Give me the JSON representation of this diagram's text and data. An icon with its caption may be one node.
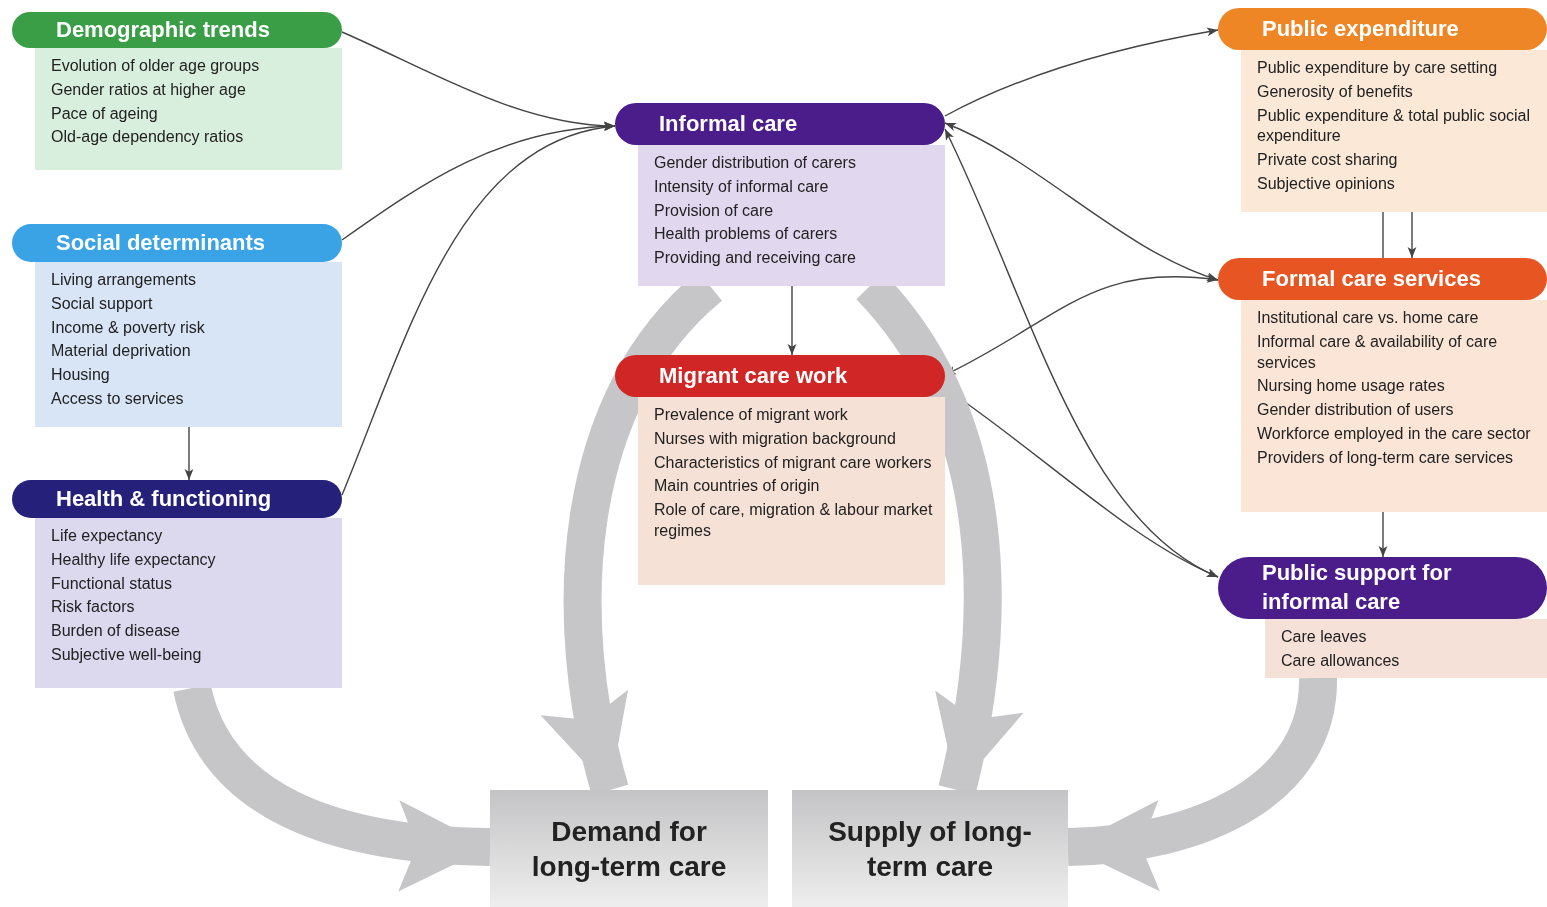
{
  "diagram": {
    "nodes": [
      {
        "text": [
          "Demographic trends",
          "Evolution of older age groups",
          "Gender ratios at higher age",
          "Pace of ageing",
          "Old-age dependency ratios"
        ]
      },
      {
        "text": [
          "Social determinants",
          "Living arrangements",
          "Social support",
          "Income & poverty risk",
          "Material deprivation",
          "Housing",
          "Access to services"
        ]
      },
      {
        "text": [
          "Health & functioning",
          "Life expectancy",
          "Healthy life expectancy",
          "Functional status",
          "Risk factors",
          "Burden of disease",
          "Subjective well-being"
        ]
      },
      {
        "text": [
          "Informal care",
          "Gender distribution of carers",
          "Intensity of informal care",
          "Provision of care",
          "Health problems of carers",
          "Providing and receiving care"
        ]
      },
      {
        "text": [
          "Migrant care work",
          "Prevalence of migrant work",
          "Nurses with migration background",
          "Characteristics of migrant care workers",
          "Main countries of origin",
          "Role of care, migration & labour market regimes"
        ]
      },
      {
        "text": [
          "Public expenditure",
          "Public expenditure by care setting",
          "Generosity of benefits",
          "Public expenditure & total public social expenditure",
          "Private cost sharing",
          "Subjective opinions"
        ]
      },
      {
        "text": [
          "Formal care services",
          "Institutional care vs. home care",
          "Informal care & availability of care services",
          "Nursing home usage rates",
          "Gender distribution of users",
          "Workforce employed in the care sector",
          "Providers of long-term care services"
        ]
      },
      {
        "text": [
          "Public support for informal care",
          "Care leaves",
          "Care allowances"
        ]
      },
      {
        "text": [
          "Demand for long-term care"
        ]
      },
      {
        "text": [
          "Supply of long-term care"
        ]
      }
    ],
    "edges": [
      {
        "from": 0,
        "to": 3,
        "arrow": "to"
      },
      {
        "from": 1,
        "to": 3,
        "arrow": "to"
      },
      {
        "from": 2,
        "to": 3,
        "arrow": "to"
      },
      {
        "from": 1,
        "to": 2,
        "arrow": "to"
      },
      {
        "from": 3,
        "to": 4,
        "arrow": "to"
      },
      {
        "from": 3,
        "to": 5,
        "arrow": "to"
      },
      {
        "from": 3,
        "to": 6,
        "arrow": "both"
      },
      {
        "from": 4,
        "to": 6,
        "arrow": "both"
      },
      {
        "from": 3,
        "to": 7,
        "arrow": "both"
      },
      {
        "from": 4,
        "to": 7,
        "arrow": "both"
      },
      {
        "from": 5,
        "to": 6,
        "arrow": "none"
      },
      {
        "from": 5,
        "to": 6,
        "arrow": "to"
      },
      {
        "from": 6,
        "to": 7,
        "arrow": "to"
      },
      {
        "from": 2,
        "to": 8,
        "arrow": "to",
        "style": "thick",
        "color": "#c6c6c8"
      },
      {
        "from": 3,
        "to": 8,
        "arrow": "to",
        "style": "thick",
        "color": "#c6c6c8"
      },
      {
        "from": 3,
        "to": 9,
        "arrow": "to",
        "style": "thick",
        "color": "#c6c6c8"
      },
      {
        "from": 7,
        "to": 9,
        "arrow": "to",
        "style": "thick",
        "color": "#c6c6c8"
      }
    ]
  }
}
